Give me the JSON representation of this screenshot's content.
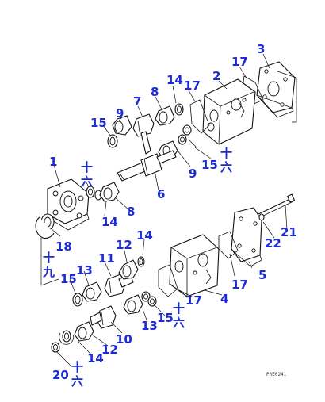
{
  "callouts": {
    "c1": "1",
    "c2": "2",
    "c3": "3",
    "c4": "4",
    "c5": "5",
    "c6": "6",
    "c7": "7",
    "c8a": "8",
    "c8b": "8",
    "c9a": "9",
    "c9b": "9",
    "c10": "10",
    "c11": "11",
    "c12a": "12",
    "c12b": "12",
    "c13a": "13",
    "c13b": "13",
    "c14a": "14",
    "c14b": "14",
    "c14c": "14",
    "c14d": "14",
    "c15a": "15",
    "c15b": "15",
    "c15c": "15",
    "c15d": "15",
    "c17a": "17",
    "c17b": "17",
    "c17c": "17",
    "c17d": "17",
    "c18": "18",
    "c20": "20",
    "c21": "21",
    "c22": "22"
  },
  "kanji_marks": {
    "k1": "十",
    "k1b": "六",
    "k2": "十",
    "k2b": "六",
    "k3": "十",
    "k3b": "九",
    "k4": "十",
    "k4b": "六",
    "k5": "十",
    "k5b": "六"
  },
  "reference_code": "PRE0241"
}
